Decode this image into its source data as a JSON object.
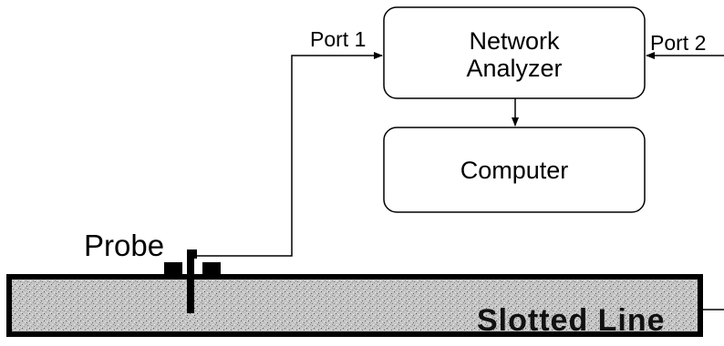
{
  "diagram": {
    "network_analyzer": {
      "line1": "Network",
      "line2": "Analyzer"
    },
    "computer": {
      "label": "Computer"
    },
    "port1": {
      "label": "Port 1"
    },
    "port2": {
      "label": "Port 2"
    },
    "probe": {
      "label": "Probe"
    },
    "slotted_line": {
      "label": "Slotted Line"
    }
  },
  "colors": {
    "line": "#000000",
    "box_fill": "#ffffff",
    "slotted_fill": "#bdbdbd"
  }
}
